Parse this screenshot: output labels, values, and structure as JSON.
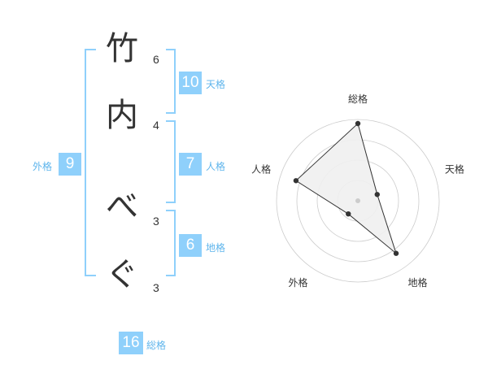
{
  "name": {
    "characters": [
      {
        "char": "竹",
        "strokes": "6"
      },
      {
        "char": "内",
        "strokes": "4"
      },
      {
        "char": "べ",
        "strokes": "3"
      },
      {
        "char": "ぐ",
        "strokes": "3"
      }
    ]
  },
  "fortunes": {
    "tenkaku": {
      "value": "10",
      "label": "天格"
    },
    "jinkaku": {
      "value": "7",
      "label": "人格"
    },
    "chikaku": {
      "value": "6",
      "label": "地格"
    },
    "gaikaku": {
      "value": "9",
      "label": "外格"
    },
    "soukaku": {
      "value": "16",
      "label": "総格"
    }
  },
  "chart_data": {
    "type": "radar",
    "axes": [
      "総格",
      "天格",
      "地格",
      "外格",
      "人格"
    ],
    "values": [
      0.95,
      0.25,
      0.8,
      0.2,
      0.8
    ],
    "rings": 4,
    "colors": {
      "fill": "#f0f0f0",
      "line": "#333333",
      "grid": "#cccccc",
      "center": "#cccccc"
    }
  },
  "colors": {
    "accent": "#8fd0fb",
    "label": "#5fb5ec"
  }
}
